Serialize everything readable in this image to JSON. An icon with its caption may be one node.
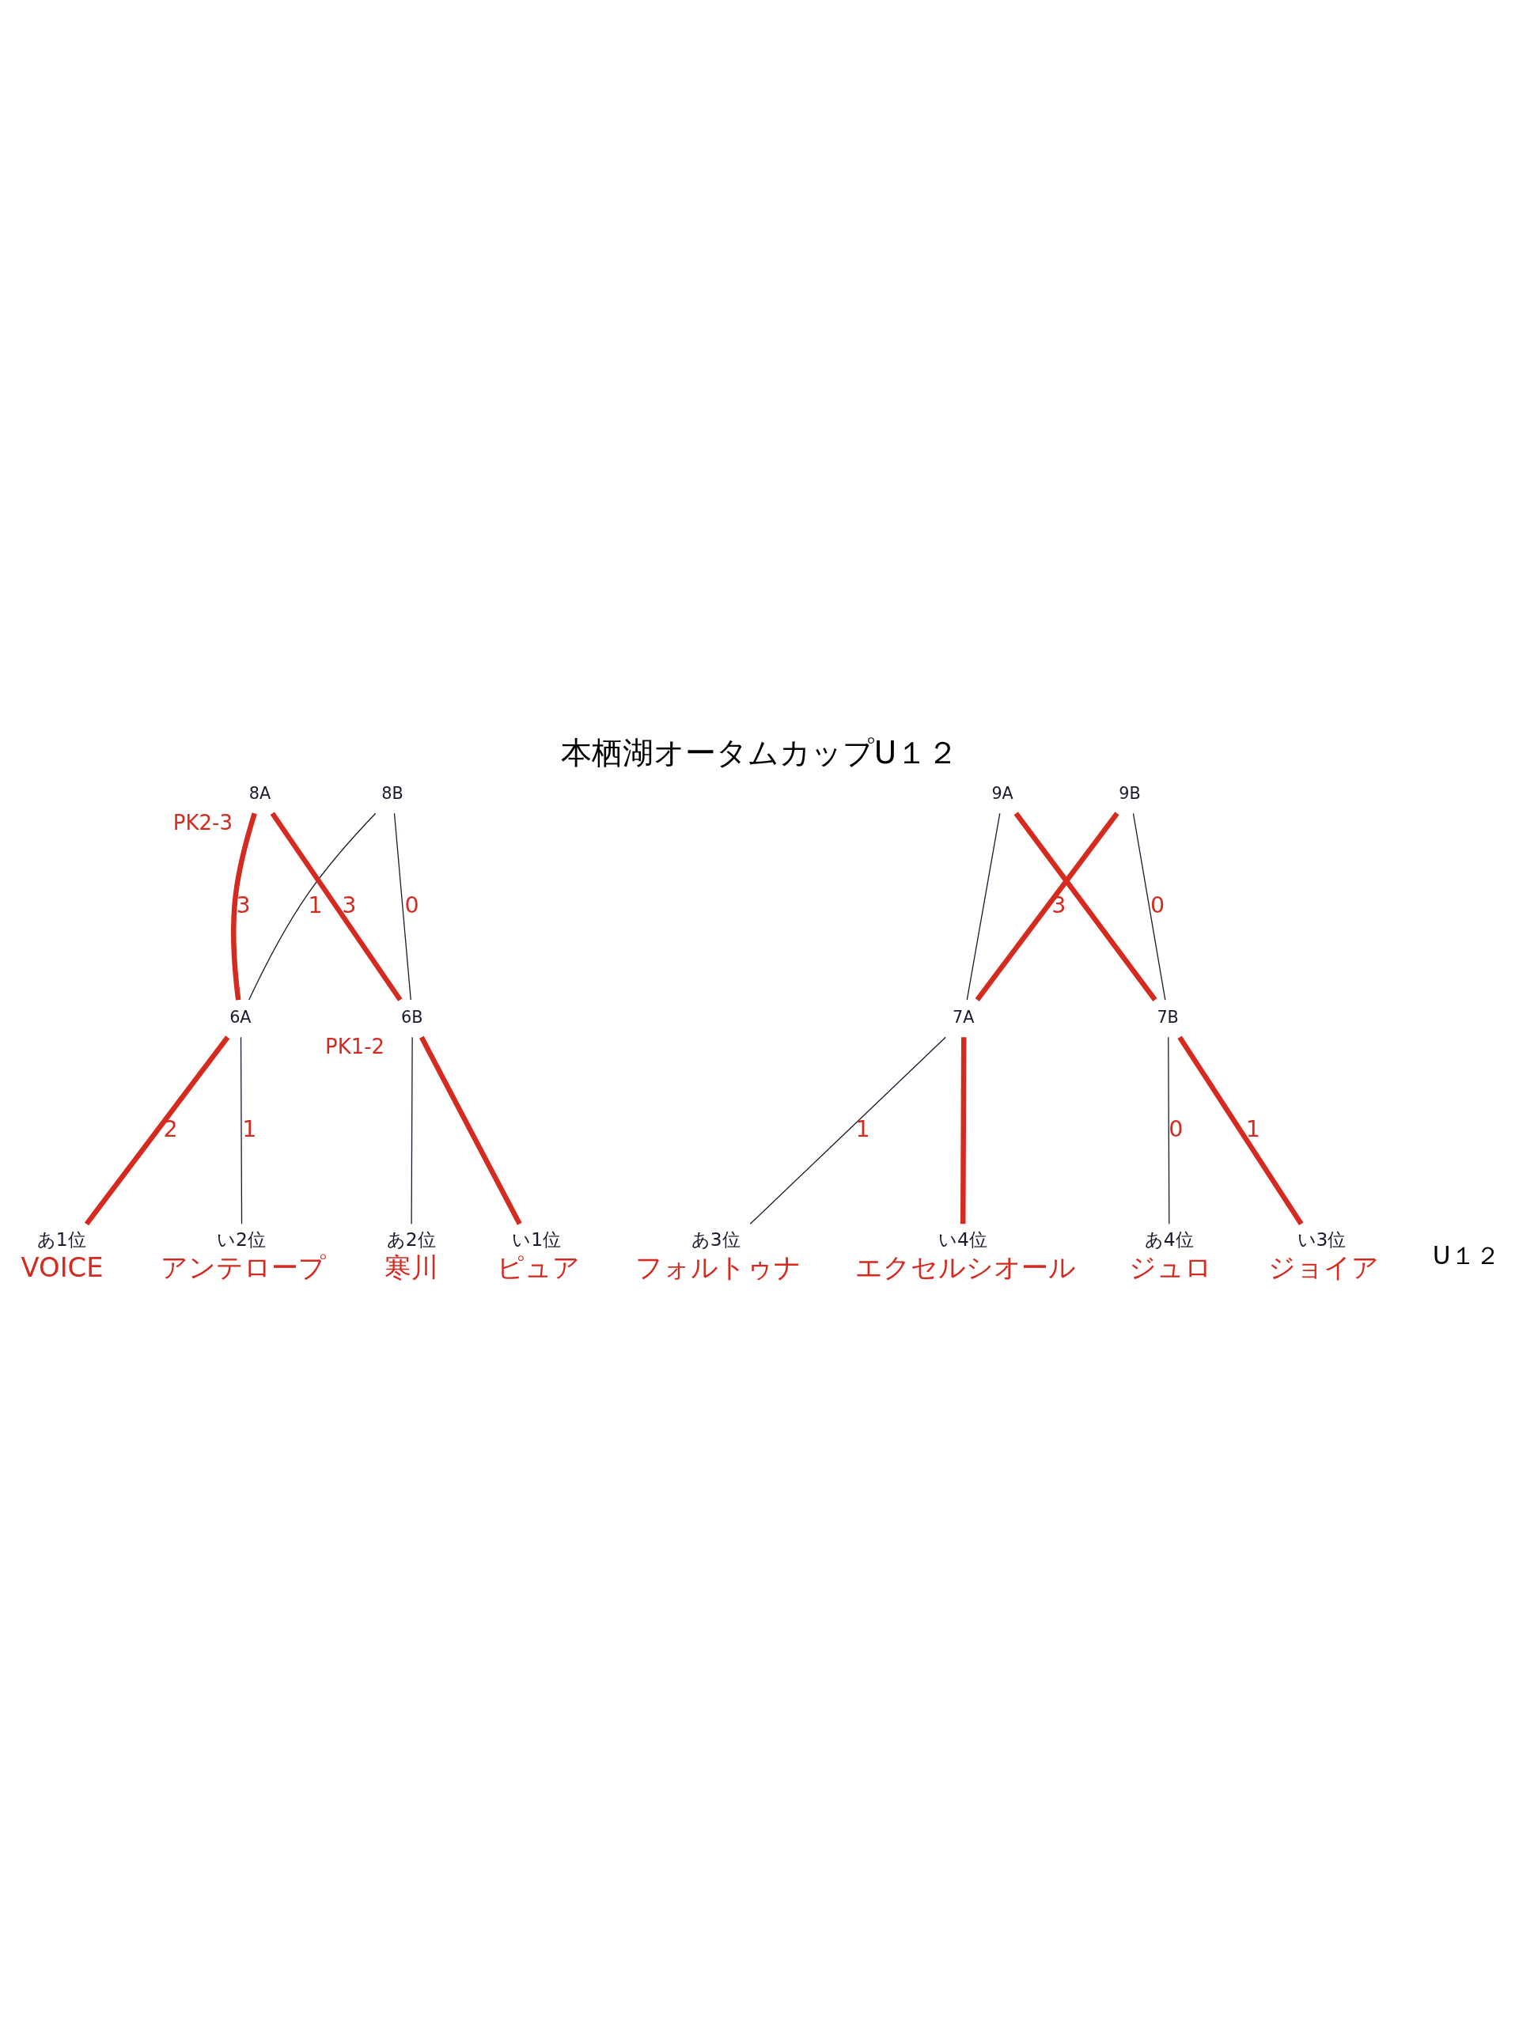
{
  "diagram": {
    "title": "本栖湖オータムカップU１２",
    "nodes": [
      {
        "text": [
          "あ1位",
          "VOICE"
        ]
      },
      {
        "text": [
          "い2位",
          "アンテロープ"
        ]
      },
      {
        "text": [
          "あ2位",
          "寒川"
        ]
      },
      {
        "text": [
          "い1位",
          "ピュア"
        ]
      },
      {
        "text": [
          "あ3位",
          "フォルトゥナ"
        ]
      },
      {
        "text": [
          "い4位",
          "エクセルシオール"
        ]
      },
      {
        "text": [
          "あ4位",
          "ジュロ"
        ]
      },
      {
        "text": [
          "い3位",
          "ジョイア"
        ]
      },
      {
        "text": [
          "6A"
        ]
      },
      {
        "text": [
          "6B"
        ],
        "beside": [
          "PK1-2"
        ]
      },
      {
        "text": [
          "8A"
        ],
        "beside": [
          "PK2-3"
        ]
      },
      {
        "text": [
          "8B"
        ]
      },
      {
        "text": [
          "7A"
        ]
      },
      {
        "text": [
          "7B"
        ]
      },
      {
        "text": [
          "9A"
        ]
      },
      {
        "text": [
          "9B"
        ]
      }
    ],
    "edges": [
      {
        "from": 0,
        "to": 8,
        "arrow": "none",
        "label": "2",
        "style": "thick",
        "color": "#d42a1f"
      },
      {
        "from": 1,
        "to": 8,
        "arrow": "none",
        "label": "1",
        "color": "#1a1a2e"
      },
      {
        "from": 2,
        "to": 9,
        "arrow": "none",
        "color": "#1a1a2e"
      },
      {
        "from": 3,
        "to": 9,
        "arrow": "none",
        "style": "thick",
        "color": "#d42a1f"
      },
      {
        "from": 8,
        "to": 10,
        "arrow": "none",
        "label": "3",
        "style": "thick",
        "color": "#d42a1f"
      },
      {
        "from": 9,
        "to": 10,
        "arrow": "none",
        "label": "3",
        "style": "thick",
        "color": "#d42a1f"
      },
      {
        "from": 8,
        "to": 11,
        "arrow": "none",
        "label": "1",
        "color": "#1a1a2e"
      },
      {
        "from": 9,
        "to": 11,
        "arrow": "none",
        "label": "0",
        "color": "#1a1a2e"
      },
      {
        "from": 4,
        "to": 12,
        "arrow": "none",
        "label": "1",
        "color": "#1a1a2e"
      },
      {
        "from": 5,
        "to": 12,
        "arrow": "none",
        "style": "thick",
        "color": "#d42a1f"
      },
      {
        "from": 6,
        "to": 13,
        "arrow": "none",
        "label": "0",
        "color": "#1a1a2e"
      },
      {
        "from": 7,
        "to": 13,
        "arrow": "none",
        "label": "1",
        "style": "thick",
        "color": "#d42a1f"
      },
      {
        "from": 12,
        "to": 14,
        "arrow": "none",
        "color": "#1a1a2e"
      },
      {
        "from": 13,
        "to": 14,
        "arrow": "none",
        "style": "thick",
        "color": "#d42a1f"
      },
      {
        "from": 12,
        "to": 15,
        "arrow": "none",
        "label": "3",
        "style": "thick",
        "color": "#d42a1f"
      },
      {
        "from": 13,
        "to": 15,
        "arrow": "none",
        "label": "0",
        "color": "#1a1a2e"
      }
    ],
    "labels": [
      "U１２"
    ]
  }
}
